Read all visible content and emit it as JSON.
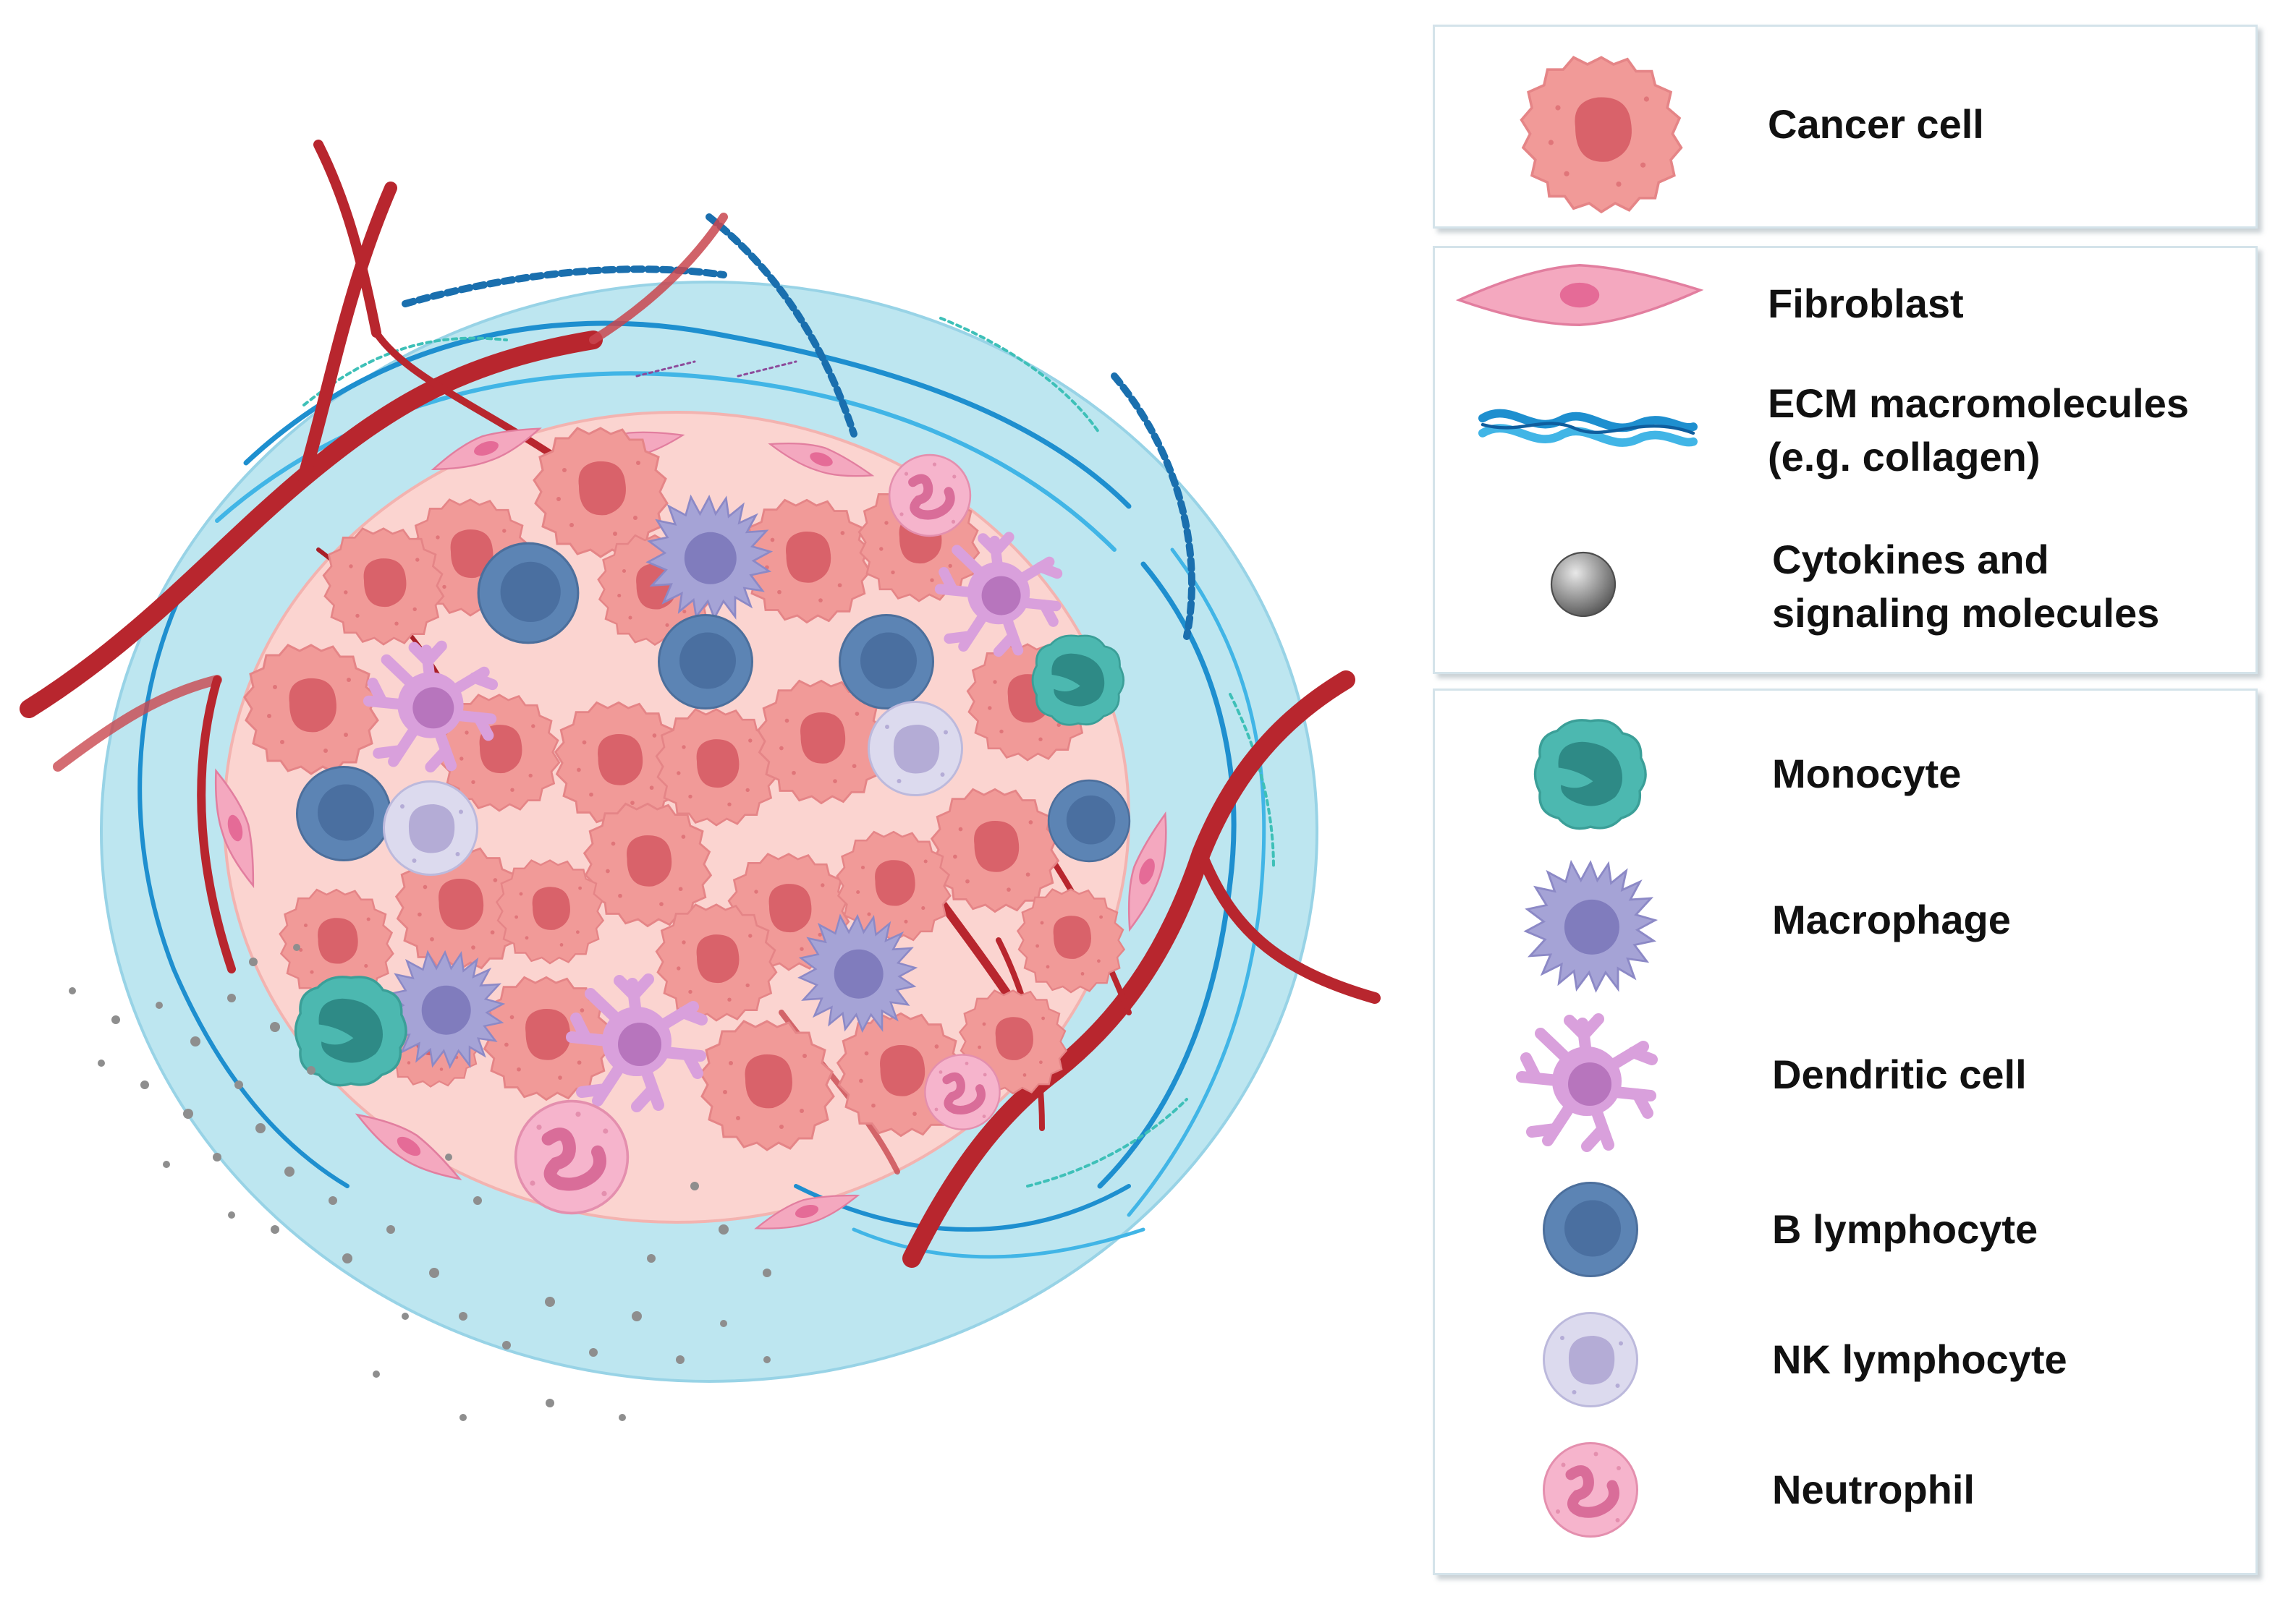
{
  "legend": {
    "groups": [
      {
        "items": [
          {
            "icon": "cancer-cell-icon",
            "label": "Cancer cell"
          }
        ]
      },
      {
        "items": [
          {
            "icon": "fibroblast-icon",
            "label": "Fibroblast"
          },
          {
            "icon": "ecm-fiber-icon",
            "label": "ECM macromolecules",
            "label_line2": "(e.g. collagen)"
          },
          {
            "icon": "cytokine-icon",
            "label": "Cytokines and",
            "label_line2": "signaling molecules"
          }
        ]
      },
      {
        "items": [
          {
            "icon": "monocyte-icon",
            "label": "Monocyte"
          },
          {
            "icon": "macrophage-icon",
            "label": "Macrophage"
          },
          {
            "icon": "dendritic-cell-icon",
            "label": "Dendritic cell"
          },
          {
            "icon": "b-lymphocyte-icon",
            "label": "B lymphocyte"
          },
          {
            "icon": "nk-lymphocyte-icon",
            "label": "NK lymphocyte"
          },
          {
            "icon": "neutrophil-icon",
            "label": "Neutrophil"
          }
        ]
      }
    ]
  },
  "colors": {
    "cancer_cell": "#f19a98",
    "cancer_nucleus": "#d9626a",
    "fibroblast": "#f4a8bf",
    "ecm": "#1e8fcf",
    "cytokine": "#8e8e8e",
    "monocyte": "#4cb8b0",
    "macrophage": "#a5a3d6",
    "dendritic_cell": "#d9a0dc",
    "b_lymphocyte": "#5c84b4",
    "nk_lymphocyte": "#cfcde7",
    "neutrophil": "#f6b4cc",
    "blood_vessel": "#b8262e",
    "stroma": "#bde6f0"
  }
}
